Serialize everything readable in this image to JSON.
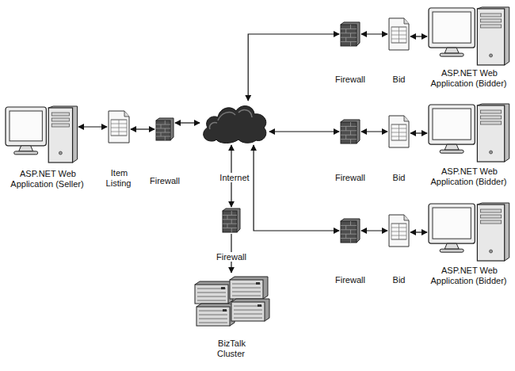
{
  "diagram": {
    "nodes": [
      {
        "text": [
          "ASP.NET Web Application (Seller)"
        ]
      },
      {
        "text": [
          "Item Listing"
        ]
      },
      {
        "text": [
          "Firewall"
        ]
      },
      {
        "text": [
          "Internet"
        ]
      },
      {
        "text": [
          "Firewall"
        ]
      },
      {
        "text": [
          "Bid"
        ]
      },
      {
        "text": [
          "ASP.NET Web Application (Bidder)"
        ]
      },
      {
        "text": [
          "Firewall"
        ]
      },
      {
        "text": [
          "Bid"
        ]
      },
      {
        "text": [
          "ASP.NET Web Application (Bidder)"
        ]
      },
      {
        "text": [
          "Firewall"
        ]
      },
      {
        "text": [
          "Bid"
        ]
      },
      {
        "text": [
          "ASP.NET Web Application (Bidder)"
        ]
      },
      {
        "text": [
          "Firewall"
        ]
      },
      {
        "text": [
          "BizTalk Cluster"
        ]
      }
    ],
    "edges": [
      {
        "from": 0,
        "to": 1,
        "arrow": "both"
      },
      {
        "from": 1,
        "to": 2,
        "arrow": "both"
      },
      {
        "from": 2,
        "to": 3,
        "arrow": "both"
      },
      {
        "from": 3,
        "to": 4,
        "arrow": "both"
      },
      {
        "from": 4,
        "to": 5,
        "arrow": "both"
      },
      {
        "from": 5,
        "to": 6,
        "arrow": "both"
      },
      {
        "from": 3,
        "to": 7,
        "arrow": "both"
      },
      {
        "from": 7,
        "to": 8,
        "arrow": "both"
      },
      {
        "from": 8,
        "to": 9,
        "arrow": "both"
      },
      {
        "from": 3,
        "to": 10,
        "arrow": "both"
      },
      {
        "from": 10,
        "to": 11,
        "arrow": "both"
      },
      {
        "from": 11,
        "to": 12,
        "arrow": "both"
      },
      {
        "from": 3,
        "to": 13,
        "arrow": "both"
      },
      {
        "from": 13,
        "to": 14,
        "arrow": "to"
      }
    ]
  }
}
